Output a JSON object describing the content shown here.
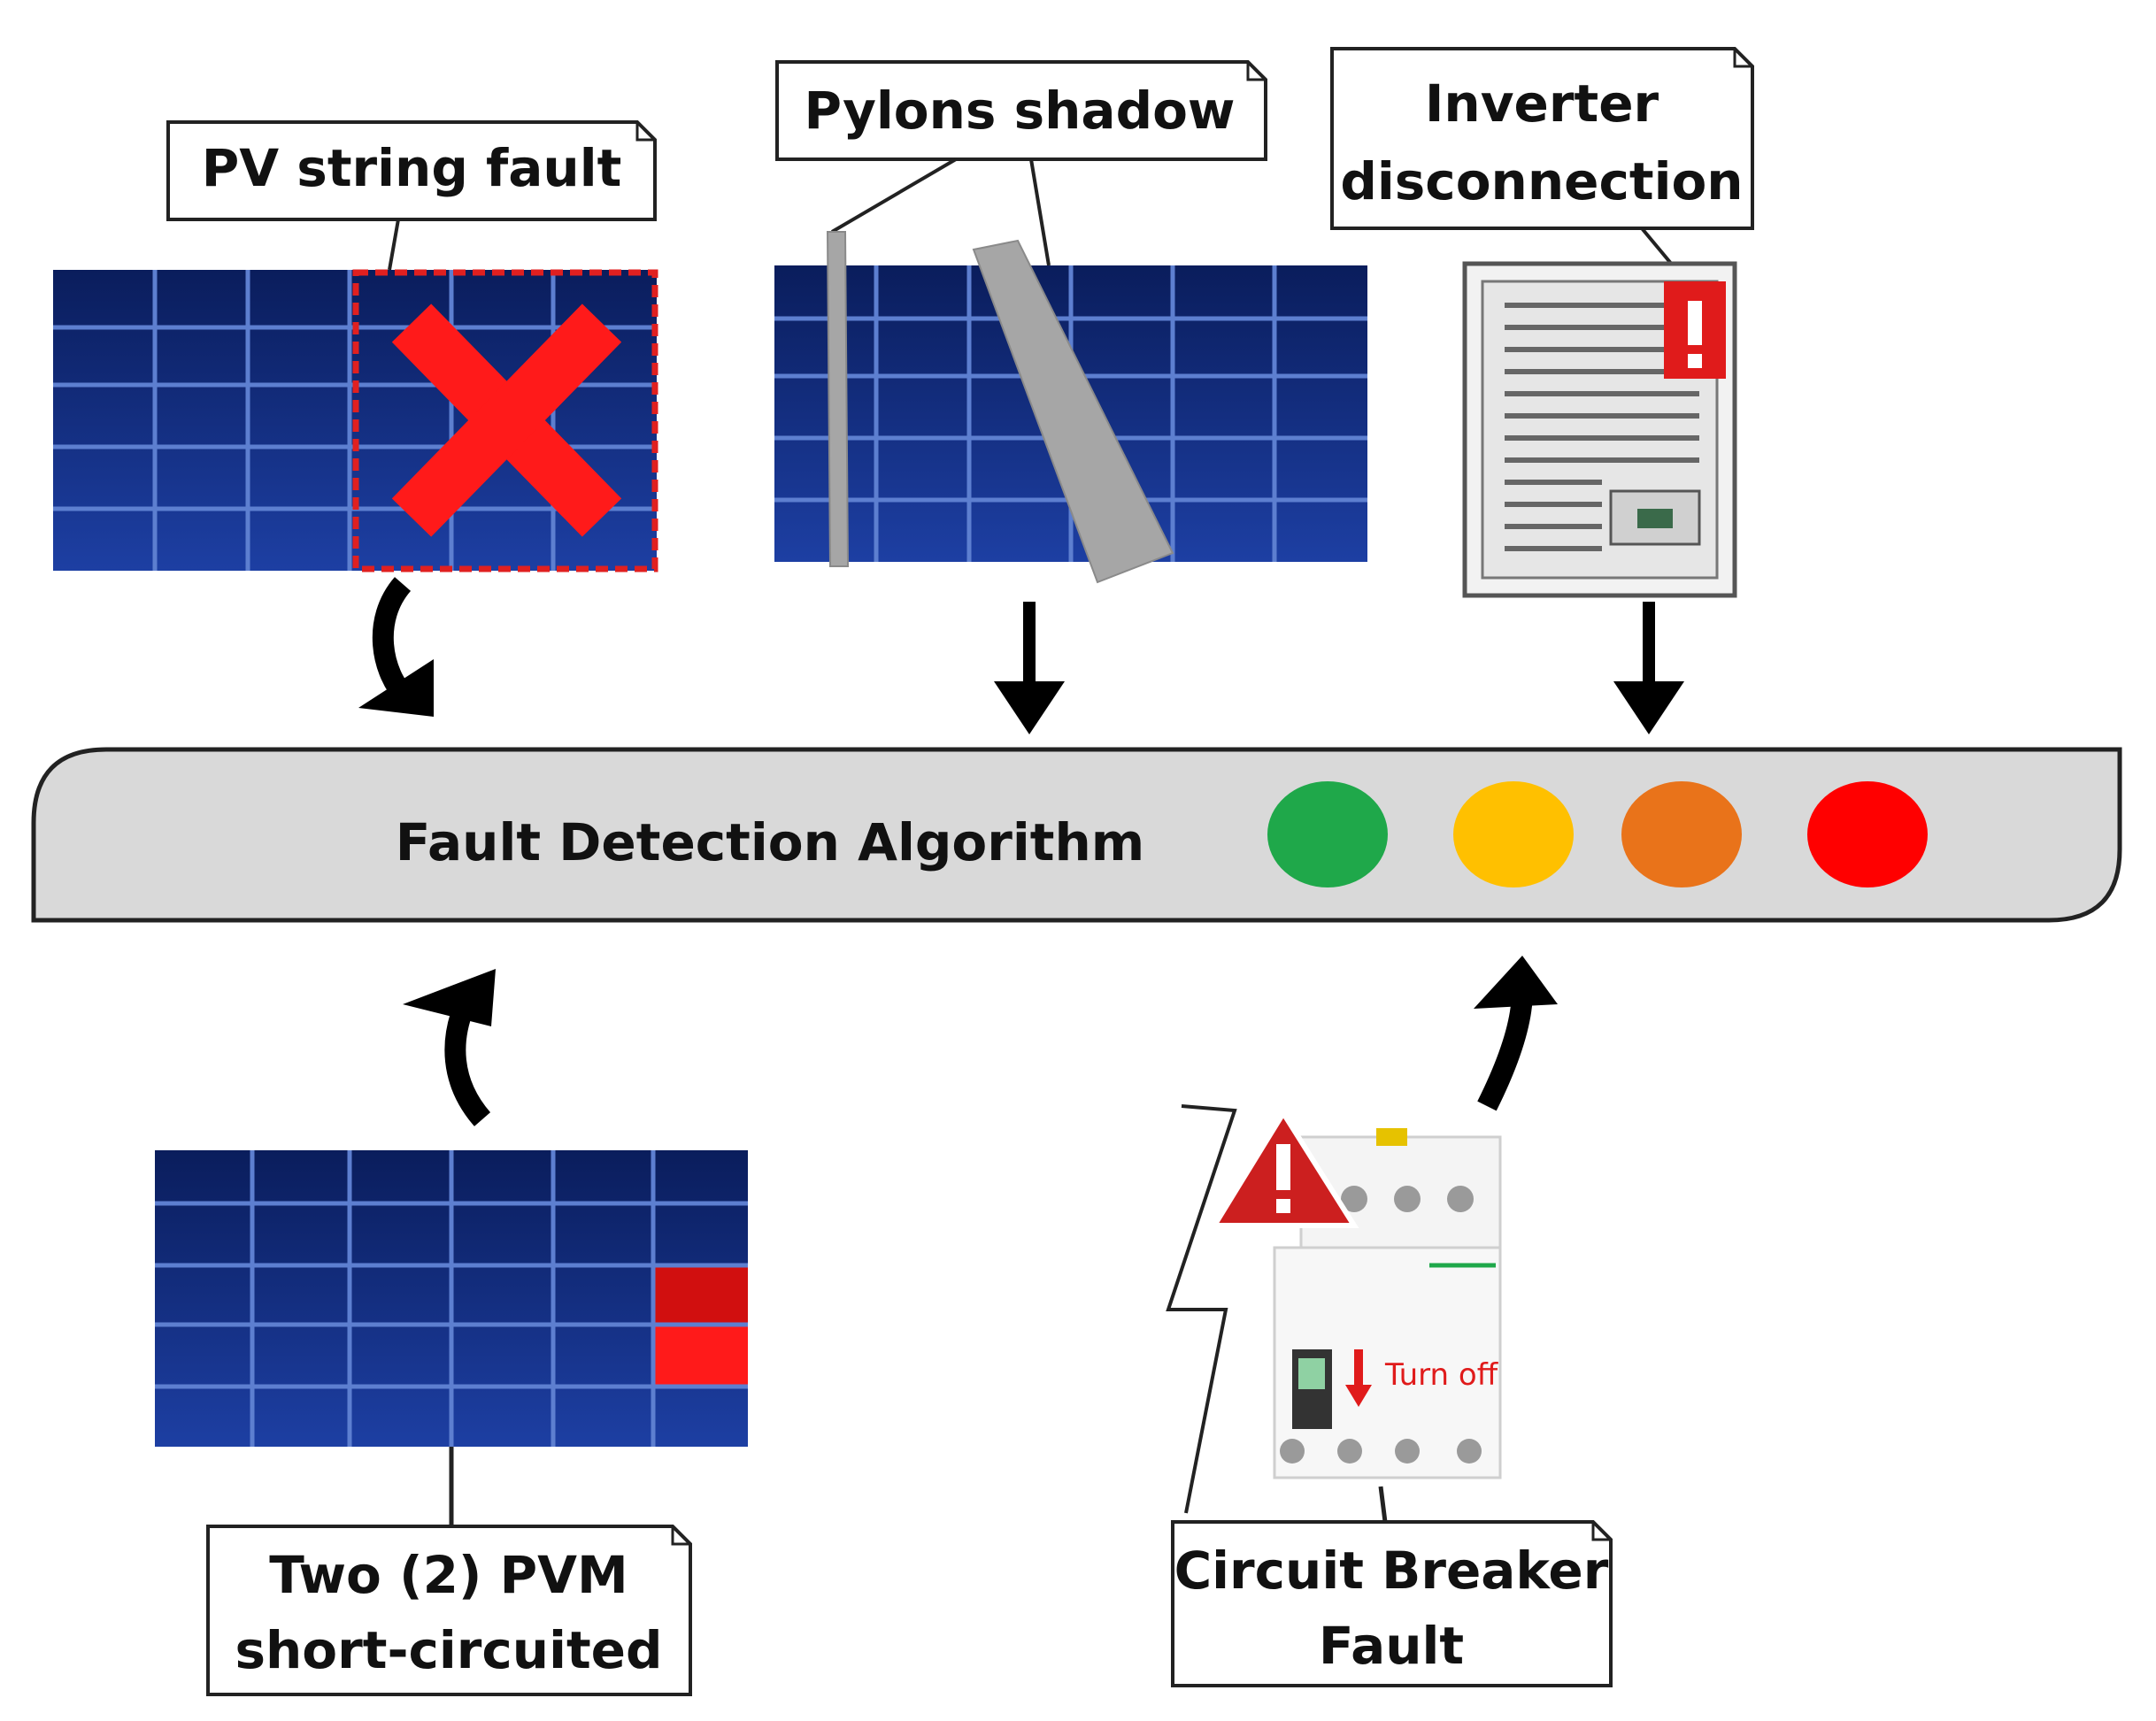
{
  "labels": {
    "pv_string_fault": "PV string fault",
    "pylons_shadow": "Pylons shadow",
    "inverter_line1": "Inverter",
    "inverter_line2": "disconnection",
    "algorithm": "Fault Detection Algorithm",
    "short_circuit_line1": "Two (2) PVM",
    "short_circuit_line2": "short-circuited",
    "breaker_line1": "Circuit Breaker",
    "breaker_line2": "Fault",
    "turn_off": "Turn off"
  },
  "status_indicators": [
    {
      "name": "green",
      "color": "#1fa84a"
    },
    {
      "name": "yellow",
      "color": "#ffc000"
    },
    {
      "name": "orange",
      "color": "#e9731a"
    },
    {
      "name": "red",
      "color": "#ff0000"
    }
  ],
  "colors": {
    "panel_dark": "#0a1d5c",
    "panel_light": "#1d3fa3",
    "fault_red": "#ff1a1a",
    "algorithm_bar": "#d9d9d9",
    "shadow_gray": "#a6a6a6"
  }
}
